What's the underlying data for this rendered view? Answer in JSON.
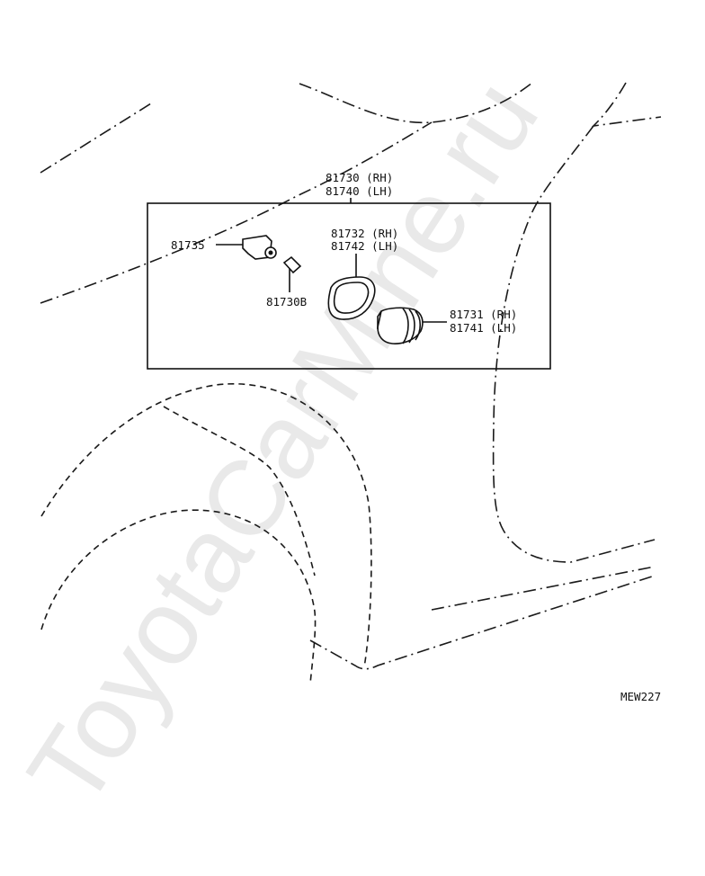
{
  "watermark": "ToyotaCarMine.ru",
  "diagram_code": "MEW227",
  "labels": {
    "assembly_rh": "81730 (RH)",
    "assembly_lh": "81740 (LH)",
    "socket": "81735",
    "bulb": "81730B",
    "gasket_rh": "81732 (RH)",
    "gasket_lh": "81742 (LH)",
    "lens_rh": "81731 (RH)",
    "lens_lh": "81741 (LH)"
  }
}
